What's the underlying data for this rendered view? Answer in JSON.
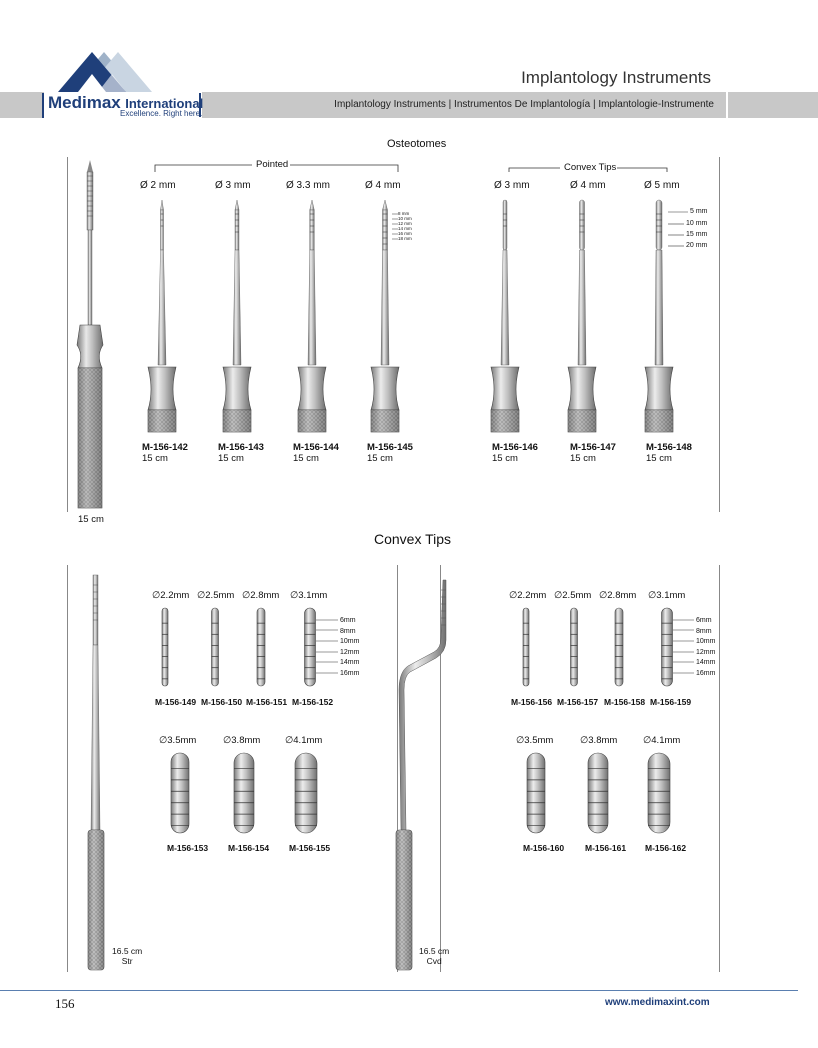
{
  "header": {
    "brand": "Medimax International",
    "brand_main": "Medimax",
    "brand_sub": "International",
    "tagline": "Excellence. Right here.",
    "title": "Implantology Instruments",
    "subtitle": "Implantology Instruments | Instrumentos De Implantología | Implantologie-Instrumente",
    "colors": {
      "brand": "#1f3f7a",
      "band": "#c8c8c8",
      "rule": "#5a7fb0"
    }
  },
  "osteotomes": {
    "title": "Osteotomes",
    "handle_length": "15 cm",
    "pointed": {
      "group_label": "Pointed",
      "items": [
        {
          "diameter": "Ø 2 mm",
          "code": "M-156-142",
          "length": "15 cm"
        },
        {
          "diameter": "Ø 3 mm",
          "code": "M-156-143",
          "length": "15 cm"
        },
        {
          "diameter": "Ø 3.3 mm",
          "code": "M-156-144",
          "length": "15 cm"
        },
        {
          "diameter": "Ø 4 mm",
          "code": "M-156-145",
          "length": "15 cm"
        }
      ],
      "depth_marks": [
        "8 mm",
        "10 mm",
        "12 mm",
        "14 mm",
        "16 mm",
        "18 mm"
      ]
    },
    "convex": {
      "group_label": "Convex Tips",
      "items": [
        {
          "diameter": "Ø 3 mm",
          "code": "M-156-146",
          "length": "15 cm"
        },
        {
          "diameter": "Ø 4 mm",
          "code": "M-156-147",
          "length": "15 cm"
        },
        {
          "diameter": "Ø 5 mm",
          "code": "M-156-148",
          "length": "15 cm"
        }
      ],
      "depth_marks": [
        "5 mm",
        "10 mm",
        "15 mm",
        "20 mm"
      ]
    }
  },
  "convex_tips": {
    "title": "Convex Tips",
    "straight": {
      "length": "16.5 cm",
      "type": "Str",
      "row1": [
        {
          "diameter": "∅2.2mm",
          "code": "M-156-149"
        },
        {
          "diameter": "∅2.5mm",
          "code": "M-156-150"
        },
        {
          "diameter": "∅2.8mm",
          "code": "M-156-151"
        },
        {
          "diameter": "∅3.1mm",
          "code": "M-156-152"
        }
      ],
      "row2": [
        {
          "diameter": "∅3.5mm",
          "code": "M-156-153"
        },
        {
          "diameter": "∅3.8mm",
          "code": "M-156-154"
        },
        {
          "diameter": "∅4.1mm",
          "code": "M-156-155"
        }
      ]
    },
    "curved": {
      "length": "16.5 cm",
      "type": "Cvd",
      "row1": [
        {
          "diameter": "∅2.2mm",
          "code": "M-156-156"
        },
        {
          "diameter": "∅2.5mm",
          "code": "M-156-157"
        },
        {
          "diameter": "∅2.8mm",
          "code": "M-156-158"
        },
        {
          "diameter": "∅3.1mm",
          "code": "M-156-159"
        }
      ],
      "row2": [
        {
          "diameter": "∅3.5mm",
          "code": "M-156-160"
        },
        {
          "diameter": "∅3.8mm",
          "code": "M-156-161"
        },
        {
          "diameter": "∅4.1mm",
          "code": "M-156-162"
        }
      ]
    },
    "depth_marks": [
      "6mm",
      "8mm",
      "10mm",
      "12mm",
      "14mm",
      "16mm"
    ]
  },
  "footer": {
    "page_number": "156",
    "url": "www.medimaxint.com"
  }
}
